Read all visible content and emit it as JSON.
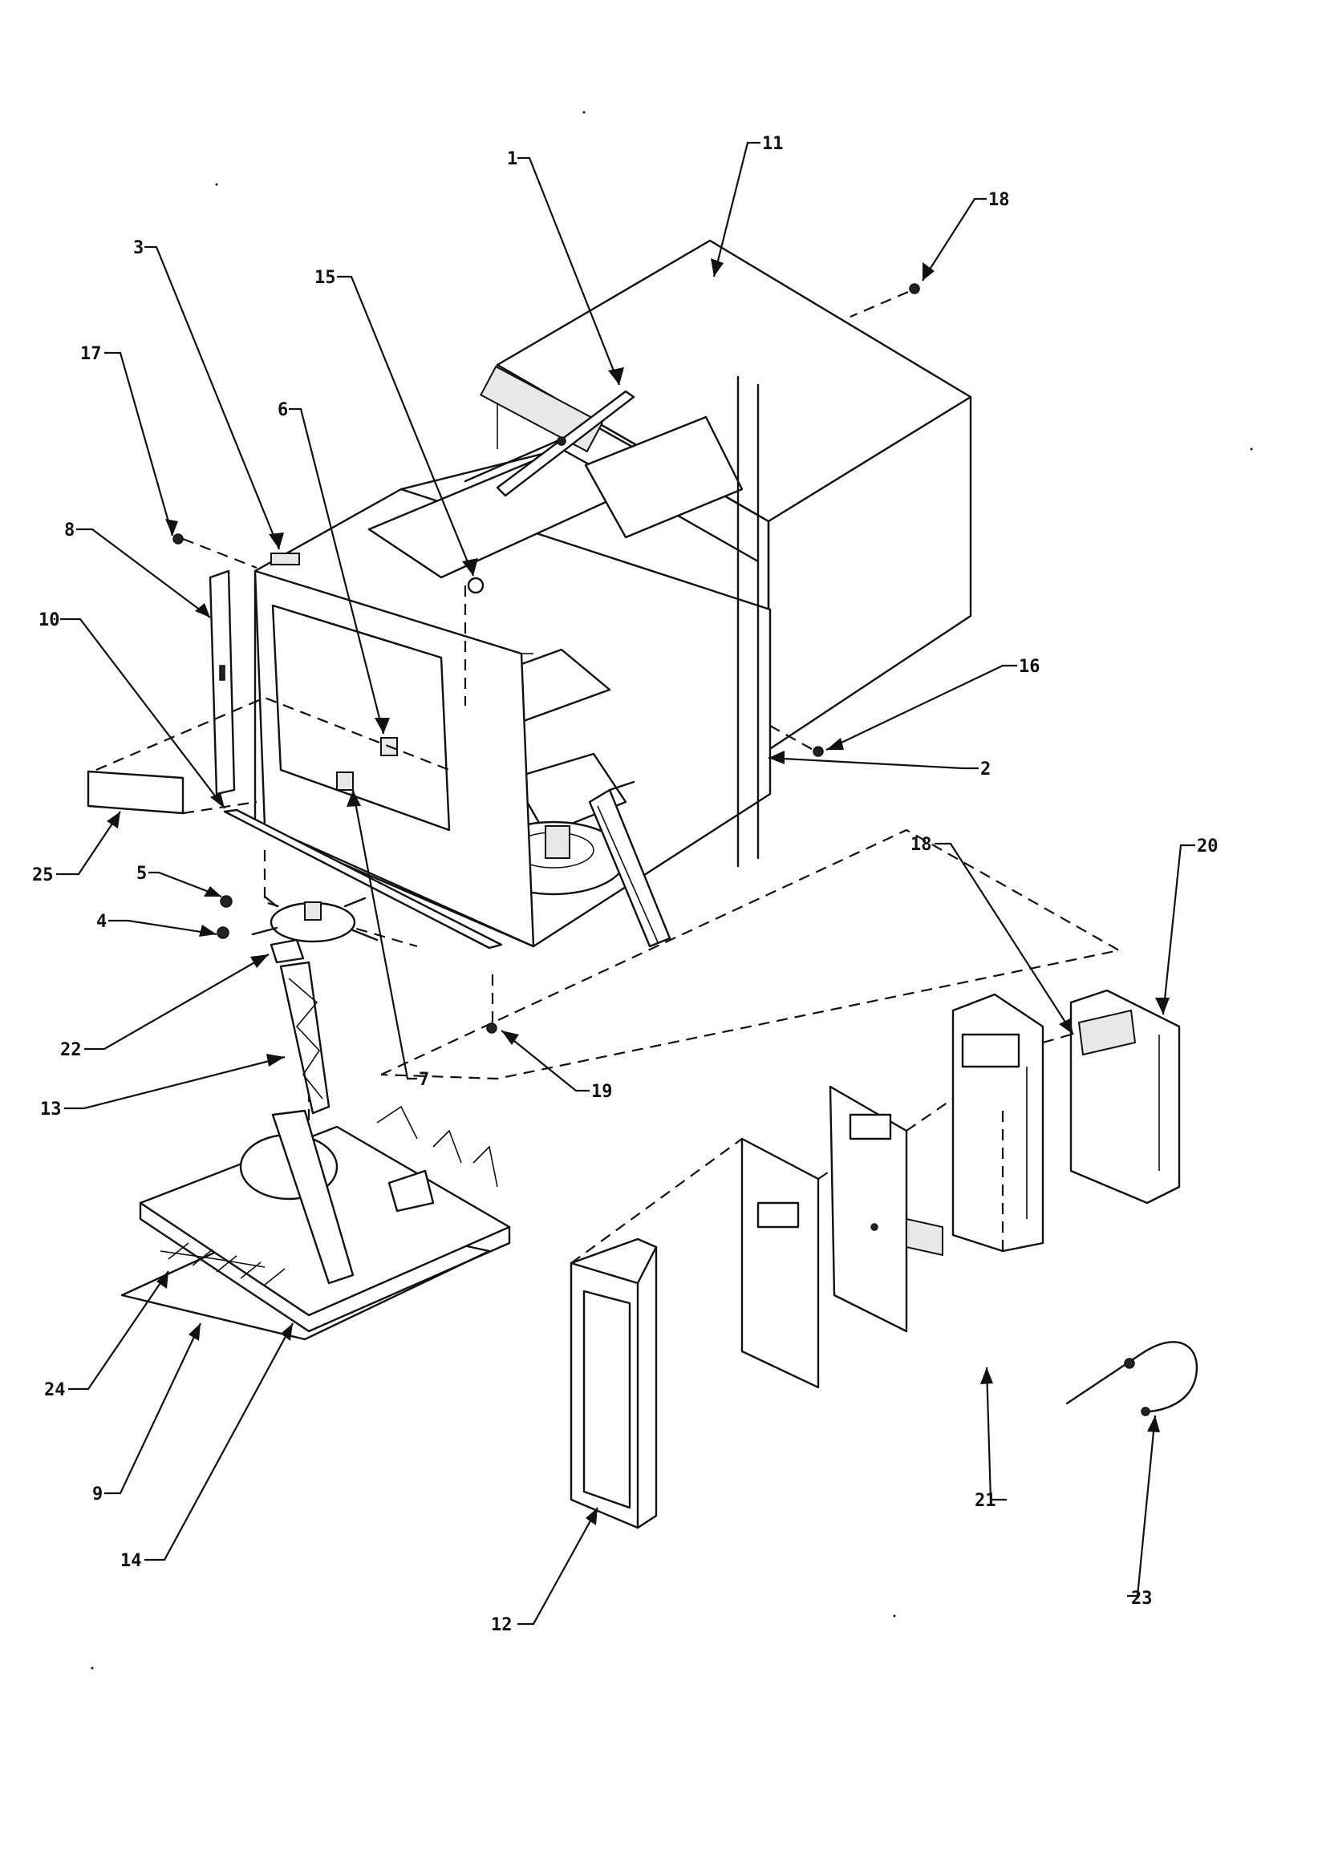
{
  "callouts": [
    {
      "id": "c1",
      "text": "1"
    },
    {
      "id": "c2",
      "text": "2"
    },
    {
      "id": "c3",
      "text": "3"
    },
    {
      "id": "c4",
      "text": "4"
    },
    {
      "id": "c5",
      "text": "5"
    },
    {
      "id": "c6",
      "text": "6"
    },
    {
      "id": "c7",
      "text": "7"
    },
    {
      "id": "c8",
      "text": "8"
    },
    {
      "id": "c9",
      "text": "9"
    },
    {
      "id": "c10",
      "text": "10"
    },
    {
      "id": "c11",
      "text": "11"
    },
    {
      "id": "c12",
      "text": "12"
    },
    {
      "id": "c13",
      "text": "13"
    },
    {
      "id": "c14",
      "text": "14"
    },
    {
      "id": "c15",
      "text": "15"
    },
    {
      "id": "c16",
      "text": "16"
    },
    {
      "id": "c17",
      "text": "17"
    },
    {
      "id": "c18a",
      "text": "18"
    },
    {
      "id": "c18b",
      "text": "18"
    },
    {
      "id": "c19",
      "text": "19"
    },
    {
      "id": "c20",
      "text": "20"
    },
    {
      "id": "c21",
      "text": "21"
    },
    {
      "id": "c22",
      "text": "22"
    },
    {
      "id": "c23",
      "text": "23"
    },
    {
      "id": "c24",
      "text": "24"
    },
    {
      "id": "c25",
      "text": "25"
    }
  ]
}
